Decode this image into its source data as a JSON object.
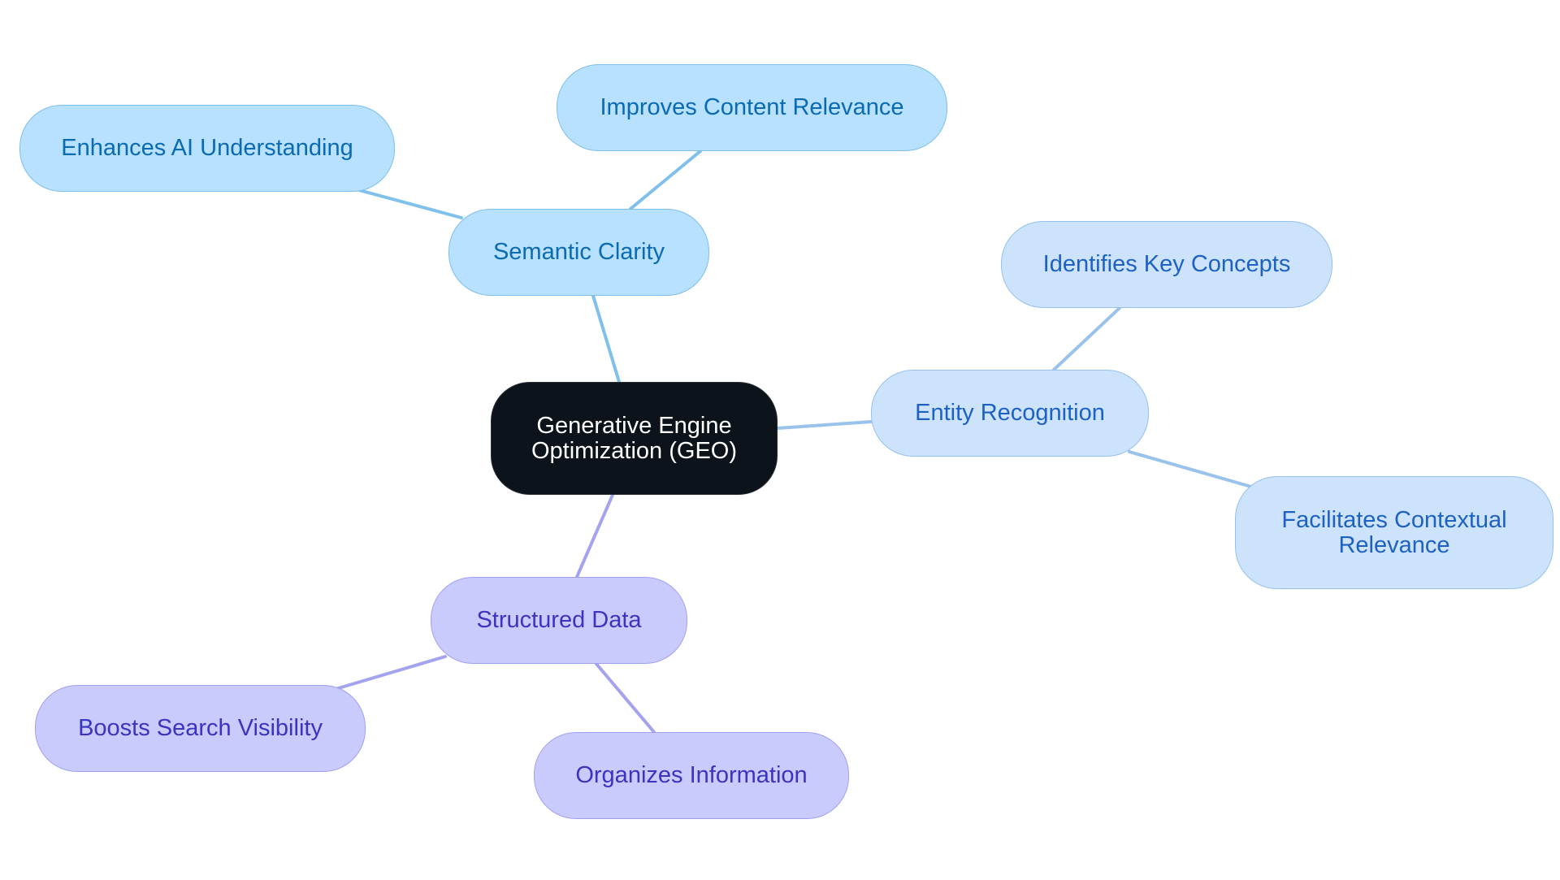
{
  "diagram": {
    "root": {
      "label": "Generative Engine Optimization (GEO)"
    },
    "branches": [
      {
        "id": "semantic",
        "label": "Semantic Clarity",
        "color": "#7fc1ea",
        "children": [
          "Improves Content Relevance",
          "Enhances AI Understanding"
        ]
      },
      {
        "id": "entity",
        "label": "Entity Recognition",
        "color": "#9ac3ec",
        "children": [
          "Identifies Key Concepts",
          "Facilitates Contextual Relevance"
        ]
      },
      {
        "id": "structured",
        "label": "Structured Data",
        "color": "#a3a3ee",
        "children": [
          "Boosts Search Visibility",
          "Organizes Information"
        ]
      }
    ]
  }
}
